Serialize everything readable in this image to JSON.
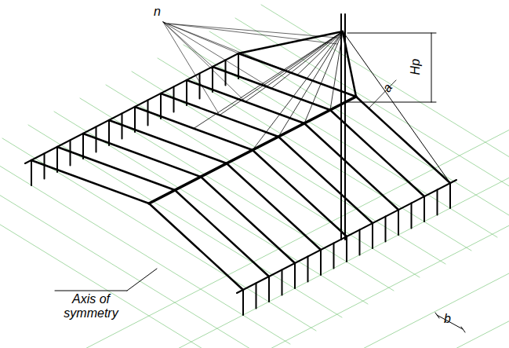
{
  "diagram": {
    "labels": [
      "n",
      "Hp",
      "a",
      "Axis of symmetry",
      "b"
    ]
  }
}
